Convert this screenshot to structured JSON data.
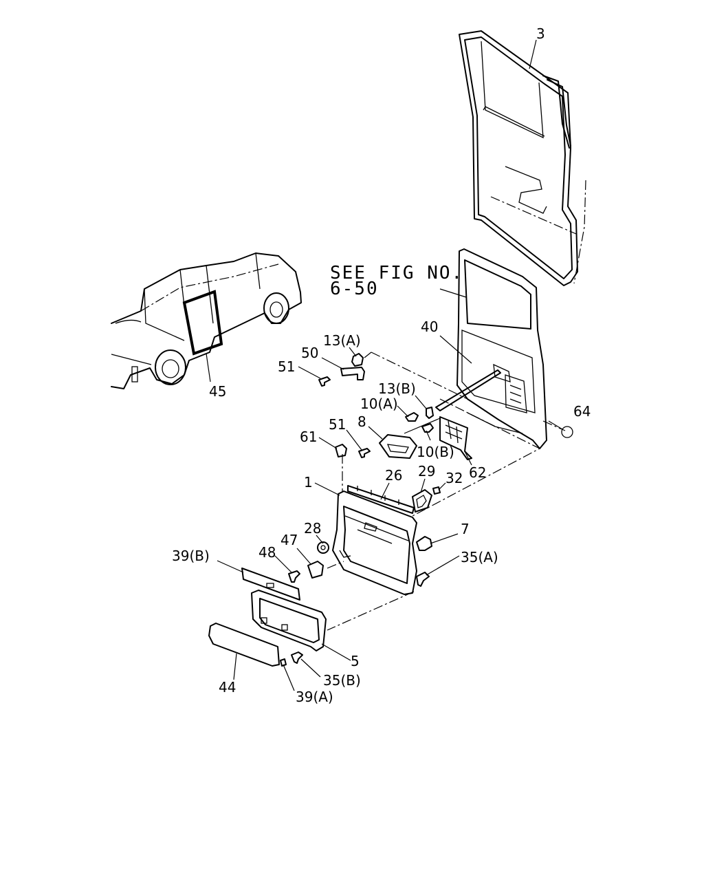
{
  "reference": {
    "line1": "SEE FIG NO.",
    "line2": "6-50"
  },
  "labels": {
    "p3": "3",
    "p40": "40",
    "p64": "64",
    "p45": "45",
    "p13a": "13(A)",
    "p50": "50",
    "p51a": "51",
    "p13b": "13(B)",
    "p10a": "10(A)",
    "p8": "8",
    "p51b": "51",
    "p61": "61",
    "p10b": "10(B)",
    "p62": "62",
    "p26": "26",
    "p29": "29",
    "p32": "32",
    "p1": "1",
    "p28": "28",
    "p47": "47",
    "p7": "7",
    "p48": "48",
    "p39b": "39(B)",
    "p35a": "35(A)",
    "p5": "5",
    "p44": "44",
    "p35b": "35(B)",
    "p39a": "39(A)"
  }
}
